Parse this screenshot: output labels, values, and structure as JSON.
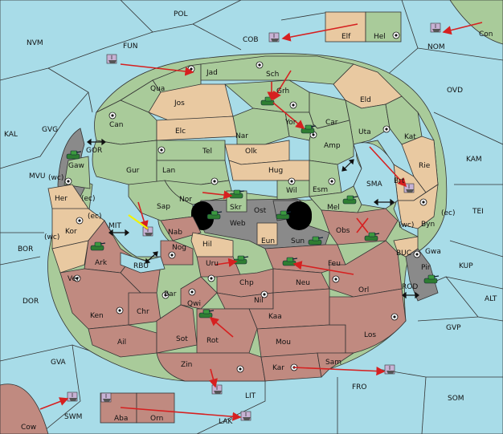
{
  "colors": {
    "sea": "#a8dce8",
    "green_power": "#a9cb9a",
    "tan_neutral": "#e9c9a1",
    "red_power": "#c08a80",
    "impassable": "#8a8a8a",
    "order_arrow": "#d62020",
    "support_line": "#f2f200"
  },
  "unit_icons": {
    "army": "tank-icon",
    "fleet": "ship-icon",
    "supply_center": "supply-center-dot-icon",
    "convoy_symbol": "double-arrow-icon",
    "void_order": "x-mark-icon"
  },
  "sea_labels": {
    "pol": "POL",
    "nvm": "NVM",
    "fun": "FUN",
    "cob": "COB",
    "nom": "NOM",
    "con": "Con",
    "ovd": "OVD",
    "kal": "KAL",
    "gvg": "GVG",
    "gor": "GOR",
    "kam": "KAM",
    "sma": "SMA",
    "mvu": "MVU",
    "tei": "TEI",
    "mit": "MIT",
    "bor": "BOR",
    "buc": "BUC",
    "kup": "KUP",
    "rbu": "RBU",
    "dor": "DOR",
    "rod": "ROD",
    "alt": "ALT",
    "gvp": "GVP",
    "gva": "GVA",
    "fro": "FRO",
    "lit": "LIT",
    "som": "SOM",
    "swm": "SWM",
    "lak": "LAK",
    "cow": "Cow"
  },
  "land_labels": {
    "elf": "Elf",
    "hel": "Hel",
    "jad": "Jad",
    "sch": "Sch",
    "qua": "Qua",
    "jos": "Jos",
    "grh": "Grh",
    "eld": "Eld",
    "can": "Can",
    "elc": "Elc",
    "yor": "Yor",
    "car": "Car",
    "uta": "Uta",
    "kat": "Kat",
    "nar": "Nar",
    "tel": "Tel",
    "olk": "Olk",
    "amp": "Amp",
    "gaw": "Gaw",
    "gur": "Gur",
    "lan": "Lan",
    "hug": "Hug",
    "rie": "Rie",
    "brt": "Brt",
    "her": "Her",
    "nor": "Nor",
    "skr": "Skr",
    "wil": "Wil",
    "esm": "Esm",
    "kor": "Kor",
    "sap": "Sap",
    "web": "Web",
    "ost": "Ost",
    "mel": "Mel",
    "byn": "Byn",
    "nab": "Nab",
    "hil": "Hil",
    "eun": "Eun",
    "sun": "Sun",
    "obs": "Obs",
    "gwa": "Gwa",
    "ark": "Ark",
    "nog": "Nog",
    "uru": "Uru",
    "feu": "Feu",
    "pir": "Pir",
    "ver": "Ver",
    "chp": "Chp",
    "neu": "Neu",
    "orl": "Orl",
    "bar": "Bar",
    "qwi": "Qwi",
    "nil": "Nil",
    "ken": "Ken",
    "chr": "Chr",
    "kaa": "Kaa",
    "ail": "Ail",
    "sot": "Sot",
    "rot": "Rot",
    "mou": "Mou",
    "los": "Los",
    "zin": "Zin",
    "kar": "Kar",
    "sam": "Sam",
    "aba": "Aba",
    "orn": "Orn"
  },
  "coast_labels": {
    "wc1": "(wc)",
    "ec1": "(ec)",
    "ec2": "(ec)",
    "wc2": "(wc)",
    "wc3": "(wc)",
    "ec3": "(ec)"
  }
}
